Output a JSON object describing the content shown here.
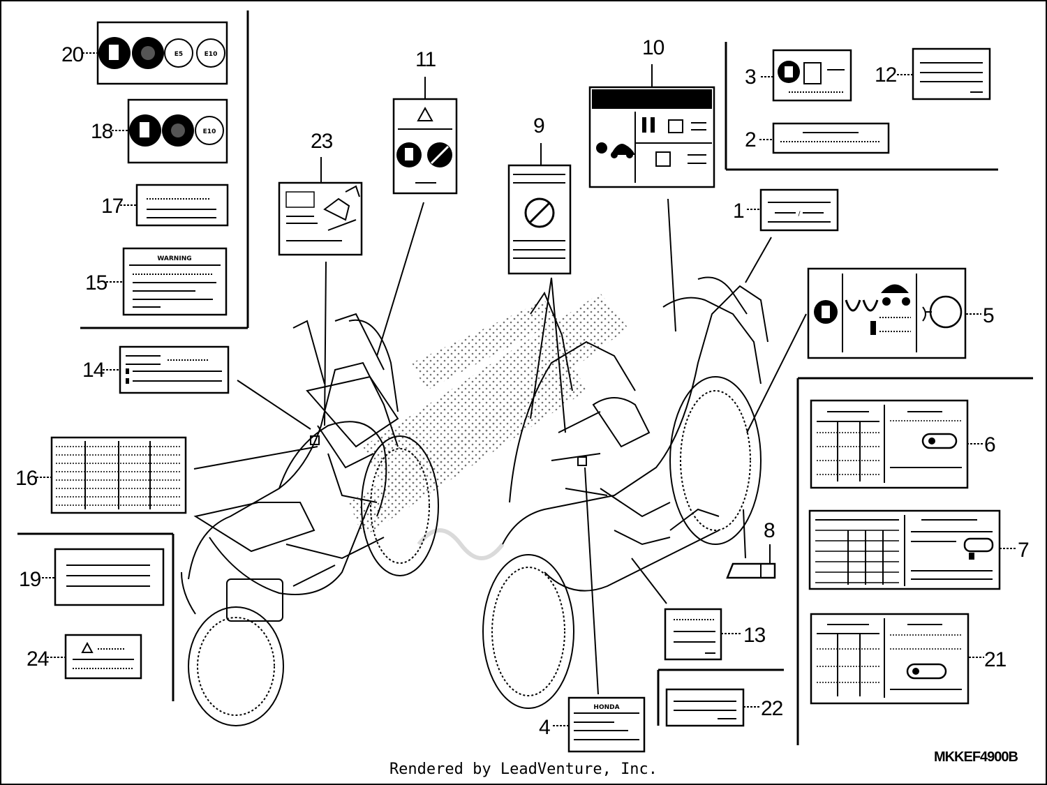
{
  "diagram": {
    "callouts": [
      "1",
      "2",
      "3",
      "4",
      "5",
      "6",
      "7",
      "8",
      "9",
      "10",
      "11",
      "12",
      "13",
      "14",
      "15",
      "16",
      "17",
      "18",
      "19",
      "20",
      "21",
      "22",
      "23",
      "24"
    ],
    "icons": {
      "fuel": "fuel-pump-icon",
      "no_mix": "no-fuel-mix-icon",
      "warning": "warning-triangle-icon",
      "helmet": "helmet-icon",
      "no_tamper": "no-tamper-icon",
      "key": "key-icon"
    },
    "label_texts": {
      "e5": "E5",
      "e10": "E10",
      "warning_heading": "WARNING",
      "brand": "HONDA",
      "slash": "/"
    }
  },
  "footer": {
    "rendered_by": "Rendered by LeadVenture, Inc.",
    "drawing_code": "MKKEF4900B"
  }
}
